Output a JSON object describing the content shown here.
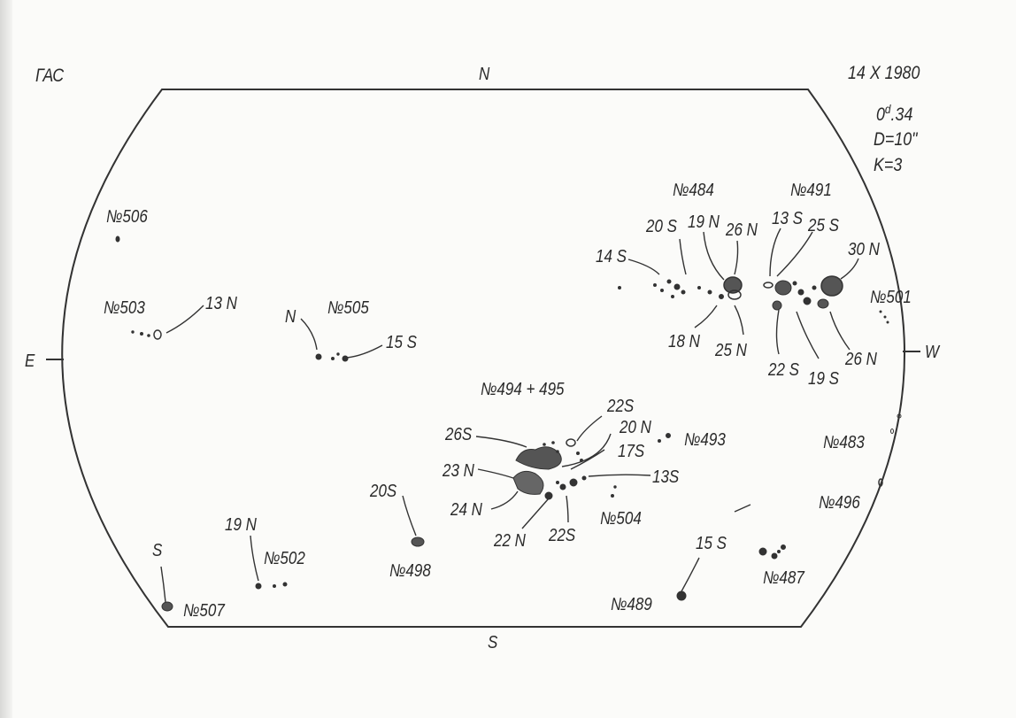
{
  "header": {
    "observatory": "ГАС",
    "date": "14  X 1980",
    "time_main": "0",
    "time_sup": "d",
    "time_frac": ".34",
    "diameter": "D=10\"",
    "quality": "K=3"
  },
  "directions": {
    "north": "N",
    "south": "S",
    "east": "E",
    "west": "W"
  },
  "groups": {
    "g506": "№506",
    "g503": "№503",
    "g503_lat": "13 N",
    "g505": "№505",
    "g505_n": "N",
    "g505_lat": "15 S",
    "g484": "№484",
    "g484_a": "20 S",
    "g484_b": "19 N",
    "g484_c": "26 N",
    "g484_d": "14 S",
    "g484_e": "18 N",
    "g484_f": "25 N",
    "g491": "№491",
    "g491_a": "13 S",
    "g491_b": "25 S",
    "g491_c": "30 N",
    "g491_d": "22 S",
    "g491_e": "19 S",
    "g491_f": "26 N",
    "g501": "№501",
    "g494": "№494 + 495",
    "g494_a": "22S",
    "g494_b": "26S",
    "g494_c": "20 N",
    "g494_d": "17S",
    "g494_e": "23 N",
    "g494_f": "13S",
    "g494_g": "24 N",
    "g494_h": "22 N",
    "g494_i": "22S",
    "g493": "№493",
    "g504": "№504",
    "g483": "№483",
    "g496": "№496",
    "g498": "№498",
    "g498_lat": "20S",
    "g502": "№502",
    "g502_lat": "19 N",
    "g507": "№507",
    "g507_lat": "S",
    "g489": "№489",
    "g489_lat": "15 S",
    "g487": "№487"
  }
}
